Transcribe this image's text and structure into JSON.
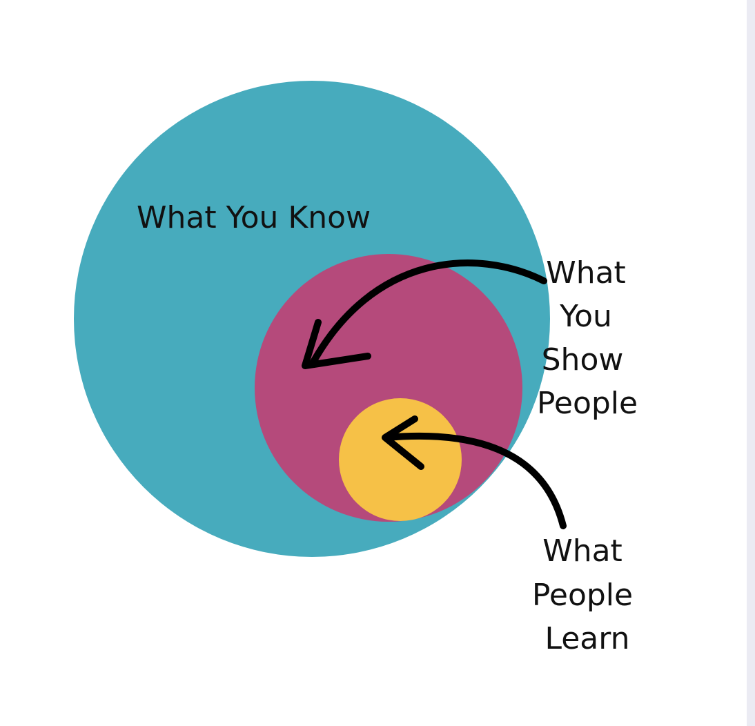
{
  "diagram": {
    "outer_circle": {
      "label": "What You Know",
      "color": "#47abbd"
    },
    "middle_circle": {
      "label_lines": [
        "What",
        "You",
        "Show",
        "People"
      ],
      "color": "#b54a7b"
    },
    "inner_circle": {
      "label_lines": [
        "What",
        "People",
        "Learn"
      ],
      "color": "#f6c147"
    }
  },
  "theme": {
    "background": "#ffffff",
    "side_strip": "#ebebf3",
    "text": "#111111",
    "arrow": "#000000"
  }
}
